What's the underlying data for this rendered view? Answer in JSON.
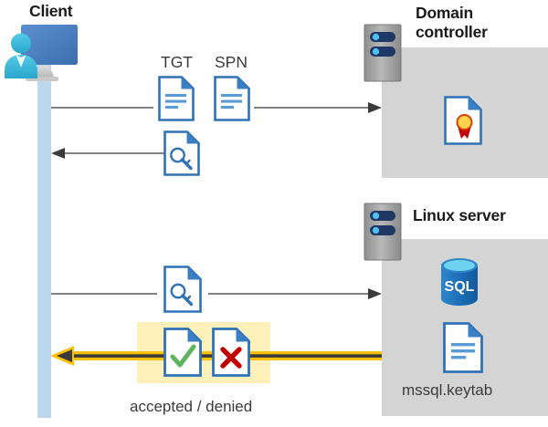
{
  "diagram": {
    "title_client": "Client",
    "title_domain_controller": "Domain\ncontroller",
    "title_domain_controller_line1": "Domain",
    "title_domain_controller_line2": "controller",
    "title_linux_server": "Linux server",
    "label_tgt": "TGT",
    "label_spn": "SPN",
    "label_keytab": "mssql.keytab",
    "label_accepted_denied": "accepted / denied",
    "colors": {
      "panel_gray": "#d4d4d4",
      "client_bar_blue": "#bdd7ee",
      "highlight_yellow": "#fdf0b9",
      "arrow_gray": "#595959",
      "arrow_yellow": "#ffc000",
      "doc_blue": "#2f72b8",
      "doc_fold_blue": "#3a7fc4",
      "sql_blue": "#1b6cb5",
      "sql_top_blue": "#4fc3f7",
      "server_gray": "#a6a6a6",
      "server_pill_navy": "#1f3864",
      "server_dot_blue": "#4fc3f7",
      "check_green": "#5fb55f",
      "cross_red": "#c00000",
      "cert_gold": "#ffd24d",
      "cert_ribbon_red": "#c00000",
      "monitor_blue": "#4a7ebb",
      "person_cyan": "#41bfe0",
      "text_dark": "#1a1a1a",
      "text_gray": "#3b3b3b"
    },
    "icons": {
      "client": "client-workstation-icon",
      "server": "server-rack-icon",
      "document": "document-icon",
      "key_document": "key-document-icon",
      "certificate_document": "certificate-document-icon",
      "sql_database": "sql-database-icon",
      "accepted_document": "accepted-check-document-icon",
      "denied_document": "denied-cross-document-icon"
    },
    "flows": [
      {
        "name": "tgt-spn-request",
        "direction": "right",
        "style": "gray",
        "from": "client",
        "to": "domain-controller"
      },
      {
        "name": "key-response",
        "direction": "left",
        "style": "gray",
        "from": "domain-controller",
        "to": "client"
      },
      {
        "name": "key-request",
        "direction": "right",
        "style": "gray",
        "from": "client",
        "to": "linux-server"
      },
      {
        "name": "accepted-denied-response",
        "direction": "left",
        "style": "yellow",
        "from": "linux-server",
        "to": "client"
      }
    ]
  }
}
